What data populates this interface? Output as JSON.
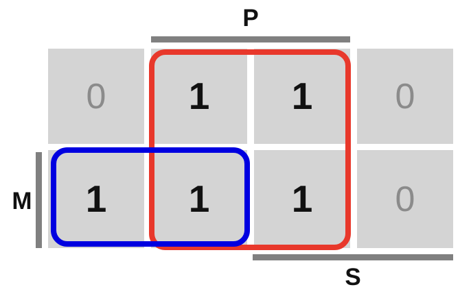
{
  "labels": {
    "top": "P",
    "left": "M",
    "bottom": "S"
  },
  "grid": {
    "rows": [
      {
        "cells": [
          "0",
          "1",
          "1",
          "0"
        ]
      },
      {
        "cells": [
          "1",
          "1",
          "1",
          "0"
        ]
      }
    ]
  },
  "colors": {
    "cell_background": "#d4d4d4",
    "bracket_bar": "#808080",
    "one_text": "#111111",
    "zero_text": "#8b8b8b",
    "red_group_outline": "#e8382b",
    "blue_group_outline": "#0000e0"
  }
}
